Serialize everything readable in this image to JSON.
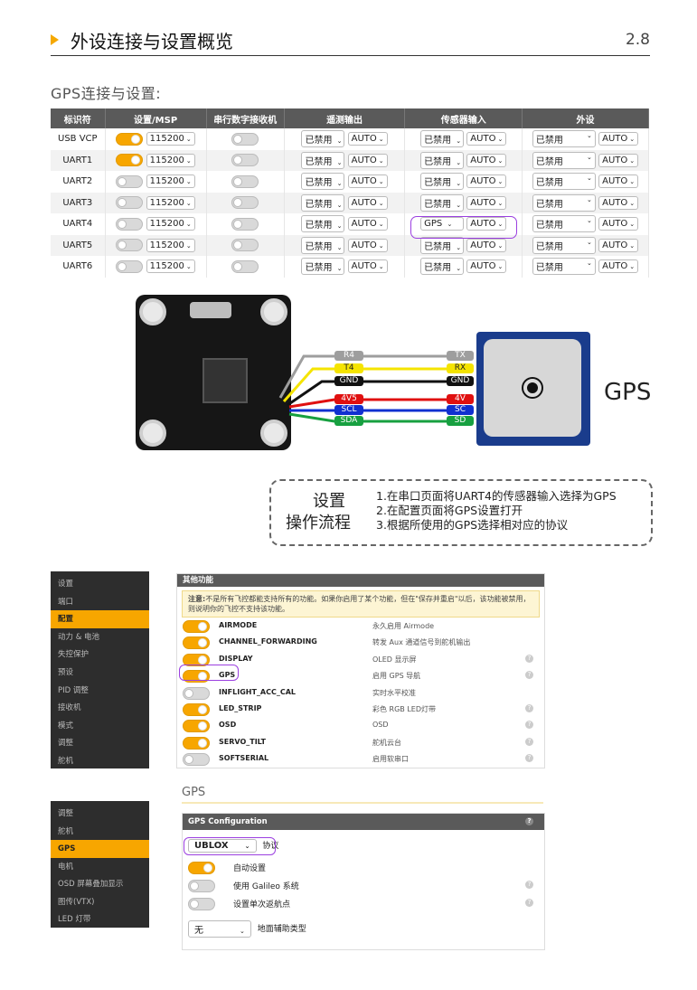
{
  "header": {
    "title": "外设连接与设置概览",
    "section_number": "2.8"
  },
  "gps_section_title": "GPS连接与设置:",
  "ports_table": {
    "headers": [
      "标识符",
      "设置/MSP",
      "串行数字接收机",
      "遥测输出",
      "传感器输入",
      "外设"
    ],
    "rows": [
      {
        "id": "USB VCP",
        "msp": true,
        "baud": "115200",
        "rx": false,
        "tel": "已禁用",
        "tel_auto": "AUTO",
        "sensor": "已禁用",
        "sensor_auto": "AUTO",
        "periph": "已禁用",
        "periph_auto": "AUTO"
      },
      {
        "id": "UART1",
        "msp": true,
        "baud": "115200",
        "rx": false,
        "tel": "已禁用",
        "tel_auto": "AUTO",
        "sensor": "已禁用",
        "sensor_auto": "AUTO",
        "periph": "已禁用",
        "periph_auto": "AUTO"
      },
      {
        "id": "UART2",
        "msp": false,
        "baud": "115200",
        "rx": false,
        "tel": "已禁用",
        "tel_auto": "AUTO",
        "sensor": "已禁用",
        "sensor_auto": "AUTO",
        "periph": "已禁用",
        "periph_auto": "AUTO"
      },
      {
        "id": "UART3",
        "msp": false,
        "baud": "115200",
        "rx": false,
        "tel": "已禁用",
        "tel_auto": "AUTO",
        "sensor": "已禁用",
        "sensor_auto": "AUTO",
        "periph": "已禁用",
        "periph_auto": "AUTO"
      },
      {
        "id": "UART4",
        "msp": false,
        "baud": "115200",
        "rx": false,
        "tel": "已禁用",
        "tel_auto": "AUTO",
        "sensor": "GPS",
        "sensor_auto": "AUTO",
        "periph": "已禁用",
        "periph_auto": "AUTO"
      },
      {
        "id": "UART5",
        "msp": false,
        "baud": "115200",
        "rx": false,
        "tel": "已禁用",
        "tel_auto": "AUTO",
        "sensor": "已禁用",
        "sensor_auto": "AUTO",
        "periph": "已禁用",
        "periph_auto": "AUTO"
      },
      {
        "id": "UART6",
        "msp": false,
        "baud": "115200",
        "rx": false,
        "tel": "已禁用",
        "tel_auto": "AUTO",
        "sensor": "已禁用",
        "sensor_auto": "AUTO",
        "periph": "已禁用",
        "periph_auto": "AUTO"
      }
    ]
  },
  "wiring": {
    "fc_pins": [
      "R4",
      "T4",
      "GND",
      "4V5",
      "SCL",
      "SDA"
    ],
    "gps_pins": [
      "TX",
      "RX",
      "GND",
      "4V",
      "SC",
      "SD"
    ],
    "wire_colors": [
      "#9e9e9e",
      "#f5e400",
      "#111111",
      "#e01010",
      "#1030d0",
      "#17a040"
    ],
    "module_label": "GPS"
  },
  "procedure": {
    "title_line1": "设置",
    "title_line2": "操作流程",
    "steps": [
      "1.在串口页面将UART4的传感器输入选择为GPS",
      "2.在配置页面将GPS设置打开",
      "3.根据所使用的GPS选择相对应的协议"
    ]
  },
  "config_screen": {
    "sidebar": [
      "设置",
      "端口",
      "配置",
      "动力 & 电池",
      "失控保护",
      "预设",
      "PID 调整",
      "接收机",
      "模式",
      "调整",
      "舵机"
    ],
    "active_index": 2,
    "panel_title": "其他功能",
    "note_bold": "注意:",
    "note_text": "不是所有飞控都能支持所有的功能。如果你启用了某个功能，但在\"保存并重启\"以后，该功能被禁用，则说明你的飞控不支持该功能。",
    "features": [
      {
        "name": "AIRMODE",
        "desc": "永久启用 Airmode",
        "on": true,
        "help": false
      },
      {
        "name": "CHANNEL_FORWARDING",
        "desc": "转发 Aux 通道信号到舵机输出",
        "on": true,
        "help": false
      },
      {
        "name": "DISPLAY",
        "desc": "OLED 显示屏",
        "on": true,
        "help": true
      },
      {
        "name": "GPS",
        "desc": "启用 GPS 导航",
        "on": true,
        "help": true
      },
      {
        "name": "INFLIGHT_ACC_CAL",
        "desc": "实时水平校准",
        "on": false,
        "help": false
      },
      {
        "name": "LED_STRIP",
        "desc": "彩色 RGB LED灯带",
        "on": true,
        "help": true
      },
      {
        "name": "OSD",
        "desc": "OSD",
        "on": true,
        "help": true
      },
      {
        "name": "SERVO_TILT",
        "desc": "舵机云台",
        "on": true,
        "help": true
      },
      {
        "name": "SOFTSERIAL",
        "desc": "启用软串口",
        "on": false,
        "help": true
      }
    ]
  },
  "gps_screen": {
    "section_title": "GPS",
    "sidebar": [
      "调整",
      "舵机",
      "GPS",
      "电机",
      "OSD 屏幕叠加显示",
      "图传(VTX)",
      "LED 灯带"
    ],
    "active_index": 2,
    "panel_title": "GPS Configuration",
    "protocol_value": "UBLOX",
    "protocol_label": "协议",
    "options": [
      {
        "label": "自动设置",
        "on": true,
        "help": false
      },
      {
        "label": "使用 Galileo 系统",
        "on": false,
        "help": true
      },
      {
        "label": "设置单次返航点",
        "on": false,
        "help": true
      }
    ],
    "ground_assist_value": "无",
    "ground_assist_label": "地面辅助类型"
  },
  "colors": {
    "accent": "#f7a600",
    "highlight": "#9b3fe0",
    "table_header": "#5a5a5a"
  }
}
